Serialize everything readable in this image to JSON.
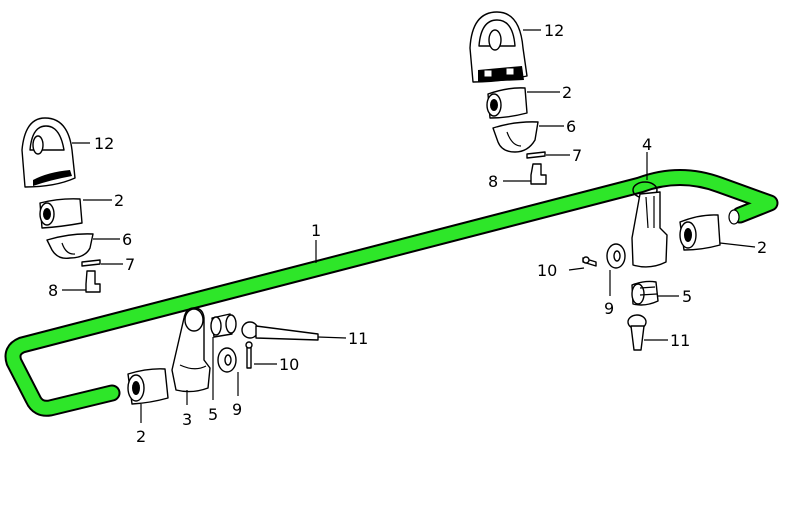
{
  "diagram": {
    "bar_color": "#2ee629",
    "callouts": {
      "c1": "1",
      "c2a": "2",
      "c2b": "2",
      "c2c": "2",
      "c2d": "2",
      "c3": "3",
      "c4": "4",
      "c5a": "5",
      "c5b": "5",
      "c6a": "6",
      "c6b": "6",
      "c7a": "7",
      "c7b": "7",
      "c8a": "8",
      "c8b": "8",
      "c9a": "9",
      "c9b": "9",
      "c10a": "10",
      "c10b": "10",
      "c11a": "11",
      "c11b": "11",
      "c12a": "12",
      "c12b": "12"
    }
  }
}
